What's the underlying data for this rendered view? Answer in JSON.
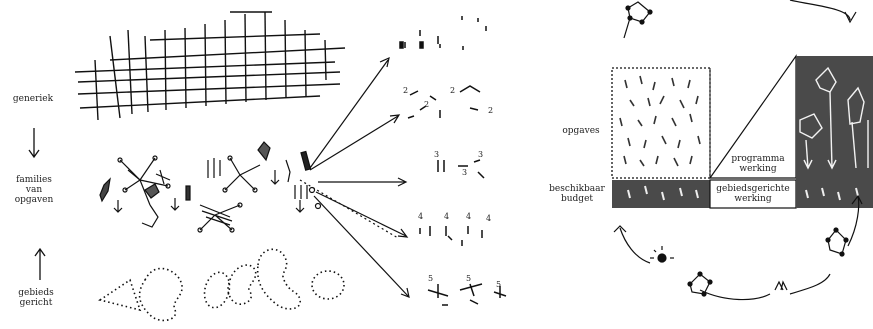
{
  "left_labels": {
    "generiek": "generiek",
    "families_line1": "families",
    "families_line2": "van",
    "families_line3": "opgaven",
    "gebieds_line1": "gebieds",
    "gebieds_line2": "gericht"
  },
  "mini_numbers": {
    "row2": [
      "2",
      "2",
      "2",
      "2"
    ],
    "row3": [
      "3",
      "3",
      "3"
    ],
    "row4": [
      "4",
      "4",
      "4",
      "4"
    ],
    "row5": [
      "5",
      "5",
      "5"
    ]
  },
  "right_labels": {
    "opgaves": "opgaves",
    "beschikbaar_line1": "beschikbaar",
    "beschikbaar_line2": "budget",
    "programma_line1": "programma",
    "programma_line2": "werking",
    "gebieds_werking_line1": "gebiedsgerichte",
    "gebieds_werking_line2": "werking"
  }
}
